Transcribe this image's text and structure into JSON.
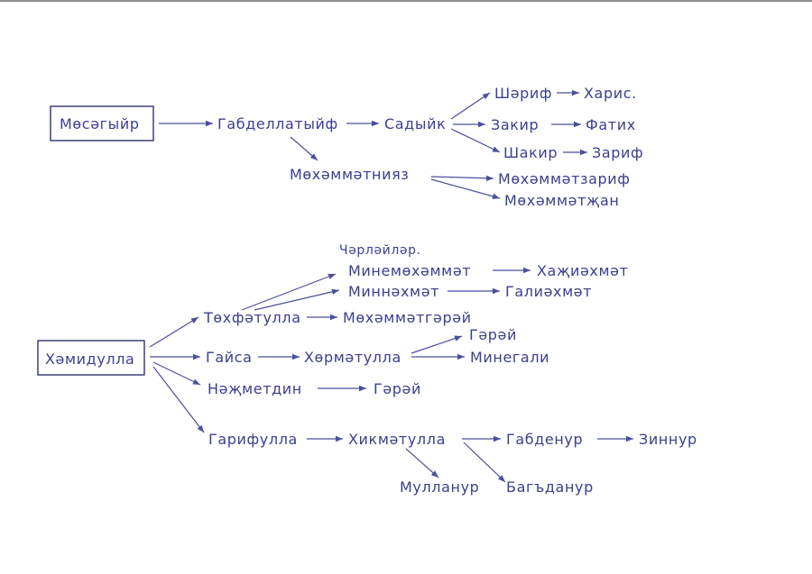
{
  "colors": {
    "ink": "#3b3f8f",
    "line": "#4b4f9c",
    "box": "#2f326f"
  },
  "nodes": {
    "mosagyyr": "Мөсәгыйр",
    "gabdellatyyf": "Габделлатыйф",
    "sadyyk": "Садыйк",
    "sharif": "Шәриф",
    "haris": "Харис.",
    "zakir": "Закир",
    "fatih": "Фатих",
    "shakir": "Шакир",
    "zarif": "Зариф",
    "mohammatniyaz": "Мөхәммәтнияз",
    "mohammatzarif": "Мөхәммәтзариф",
    "mohammatzhan": "Мөхәммәтҗан",
    "hamidulla": "Хәмидулла",
    "charlaylar": "Чәрләйләр.",
    "minemohammat": "Минемөхәммәт",
    "hazhiahmat": "Хаҗиәхмәт",
    "minnahmat": "Миннәхмәт",
    "galiahmat": "Галиәхмәт",
    "tohfatulla": "Төхфәтулла",
    "mohammatgaray": "Мөхәммәтгәрәй",
    "gaisa": "Гайса",
    "hormatulla": "Хөрмәтулла",
    "garay1": "Гәрәй",
    "minegali": "Минегали",
    "nazhmetdin": "Нәҗметдин",
    "garay2": "Гәрәй",
    "garifulla": "Гарифулла",
    "hikmatulla": "Хикмәтулла",
    "gabdenur": "Габденур",
    "zinnur": "Зиннур",
    "mullanur": "Мулланур",
    "bagdanur": "Багъданур"
  }
}
